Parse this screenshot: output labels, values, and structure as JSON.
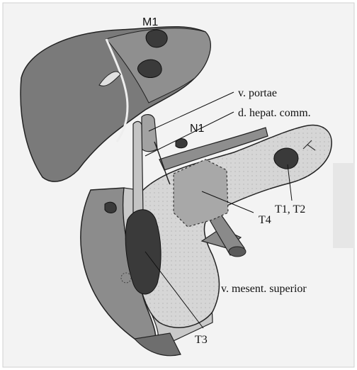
{
  "labels": {
    "m1": "M1",
    "n1": "N1",
    "v_portae": "v. portae",
    "d_hepat_comm": "d. hepat. comm.",
    "t1_t2": "T1, T2",
    "t4": "T4",
    "v_mesent_superior": "v. mesent. superior",
    "t3": "T3"
  },
  "colors": {
    "liver": "#7e7e7e",
    "liver_light": "#9a9a9a",
    "tumor": "#3d3d3d",
    "pancreas": "#d4d4d4",
    "vessel": "#8a8a8a",
    "duodenum": "#a0a0a0",
    "background_panel": "#ececec"
  }
}
